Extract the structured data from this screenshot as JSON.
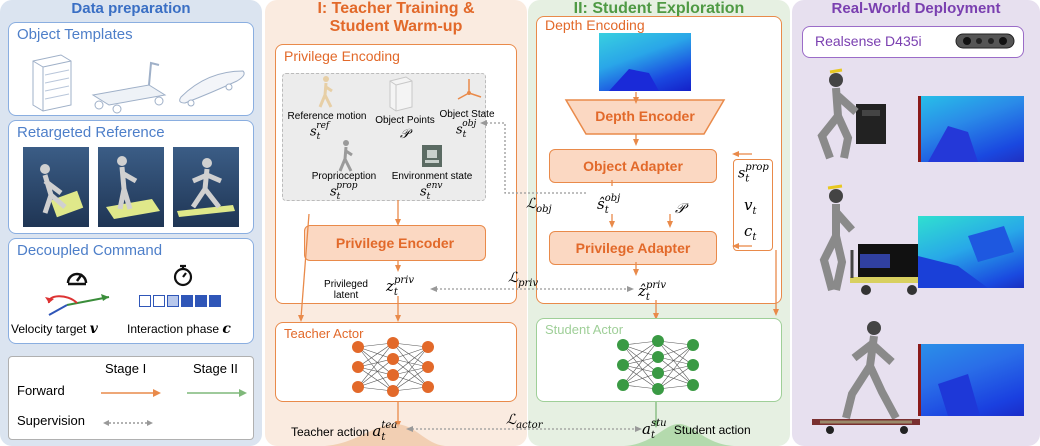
{
  "col1": {
    "title": "Data preparation",
    "object_templates": "Object Templates",
    "retargeted_reference": "Retargeted Reference",
    "decoupled_command": "Decoupled Command",
    "velocity_target": "Velocity target",
    "velocity_symbol": "v",
    "interaction_phase": "Interaction phase",
    "phase_symbol": "c"
  },
  "legend": {
    "stage1": "Stage I",
    "stage2": "Stage II",
    "forward": "Forward",
    "supervision": "Supervision",
    "stage1_color": "#e98a4a",
    "stage2_color": "#7fb87a"
  },
  "col2": {
    "title_line1": "I: Teacher Training &",
    "title_line2": "Student Warm-up",
    "privilege_encoding": "Privilege Encoding",
    "reference_motion": "Reference motion",
    "object_points": "Object Points",
    "object_state": "Object State",
    "proprioception": "Proprioception",
    "environment_state": "Environment state",
    "privilege_encoder": "Privilege Encoder",
    "privileged_latent_1": "Privileged",
    "privileged_latent_2": "latent",
    "teacher_actor": "Teacher Actor",
    "teacher_action": "Teacher action"
  },
  "col3": {
    "title": "II: Student Exploration",
    "depth_encoding": "Depth Encoding",
    "depth_encoder": "Depth Encoder",
    "object_adapter": "Object Adapter",
    "privilege_adapter": "Privilege Adapter",
    "student_actor": "Student Actor",
    "student_action": "Student action"
  },
  "losses": {
    "l_obj": "obj",
    "l_priv": "priv",
    "l_actor": "actor"
  },
  "col4": {
    "title": "Real-World Deployment",
    "sensor": "Realsense D435i"
  },
  "colors": {
    "data_prep_bg": "#dbe4f0",
    "stage1_bg": "#faebe0",
    "stage2_bg": "#e6f0e2",
    "deploy_bg": "#e7e0ef",
    "blue_title": "#3a6fc4",
    "orange_title": "#e2692a",
    "green_title": "#4f9a44",
    "purple_title": "#7a3fb0"
  }
}
